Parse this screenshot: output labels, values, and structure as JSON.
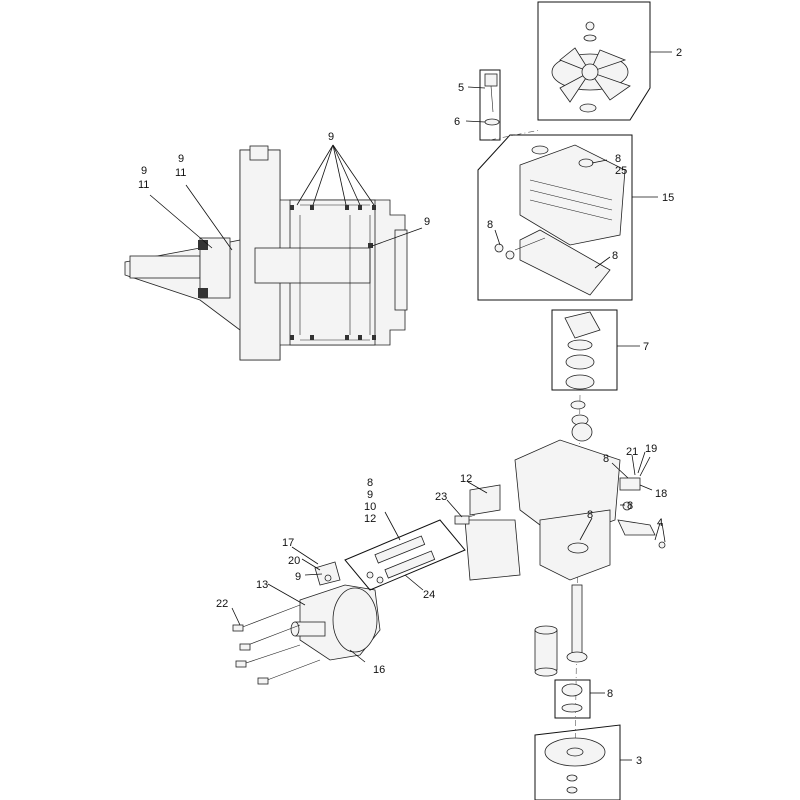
{
  "callouts": {
    "c2": "2",
    "c3": "3",
    "c4": "4",
    "c5": "5",
    "c6": "6",
    "c7": "7",
    "c8a": "8",
    "c25": "25",
    "c15": "15",
    "c8b": "8",
    "c8c": "8",
    "c9a": "9",
    "c9b": "9",
    "c11b": "11",
    "c9c": "9",
    "c11c": "11",
    "c9d": "9",
    "c8d": "8",
    "c21": "21",
    "c19": "19",
    "c18": "18",
    "c12": "12",
    "c23": "23",
    "c8e": "8",
    "c8f": "8",
    "s8": "8",
    "s9": "9",
    "s10": "10",
    "s12": "12",
    "c17": "17",
    "c20": "20",
    "c9e": "9",
    "c13": "13",
    "c22": "22",
    "c24": "24",
    "c16": "16",
    "c8g": "8"
  }
}
